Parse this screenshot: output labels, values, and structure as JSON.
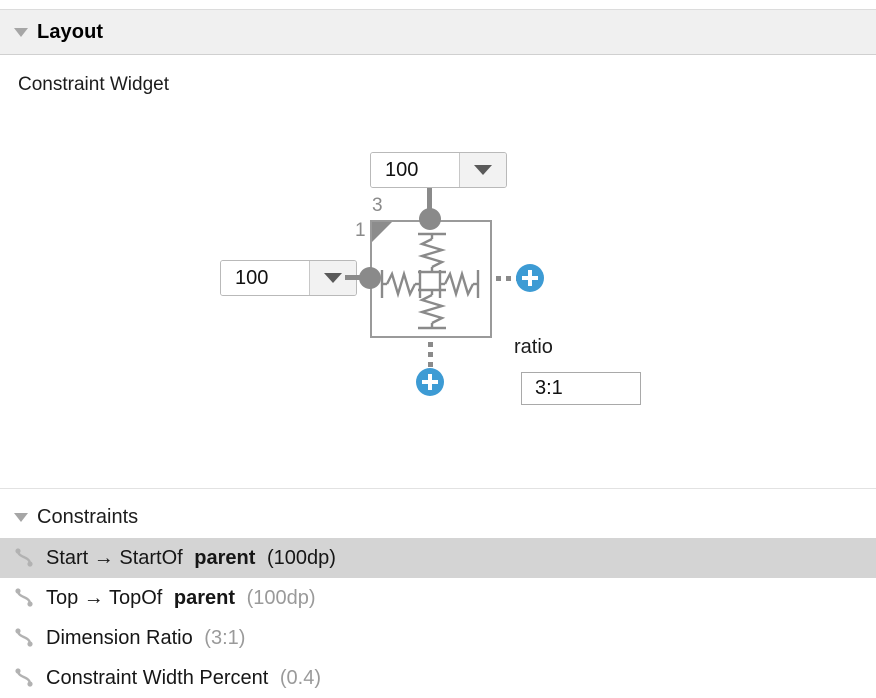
{
  "section": {
    "title": "Layout",
    "collapse_icon": "triangle-down-icon",
    "sub_label": "Constraint Widget"
  },
  "widget": {
    "top_margin": {
      "value": "100",
      "dropdown_icon": "chevron-down-icon"
    },
    "left_margin": {
      "value": "100",
      "dropdown_icon": "chevron-down-icon"
    },
    "top_bias_label": "3",
    "left_bias_label": "1",
    "right_add_icon": "plus-circle-icon",
    "bottom_add_icon": "plus-circle-icon",
    "ratio": {
      "label": "ratio",
      "value": "3:1"
    },
    "accent_color": "#3d9bd4",
    "widget_stroke_color": "#9a9a9a",
    "anchor_color": "#8a8a8a"
  },
  "constraints": {
    "title": "Constraints",
    "collapse_icon": "triangle-down-icon",
    "rows": [
      {
        "icon": "constraint-link-icon",
        "name": "Start → StartOf",
        "target": "parent",
        "value": "(100dp)",
        "selected": true
      },
      {
        "icon": "constraint-link-icon",
        "name": "Top → TopOf",
        "target": "parent",
        "value": "(100dp)",
        "selected": false
      },
      {
        "icon": "constraint-link-icon",
        "name": "Dimension Ratio",
        "target": "",
        "value": "(3:1)",
        "selected": false
      },
      {
        "icon": "constraint-link-icon",
        "name": "Constraint Width Percent",
        "target": "",
        "value": "(0.4)",
        "selected": false
      }
    ]
  }
}
